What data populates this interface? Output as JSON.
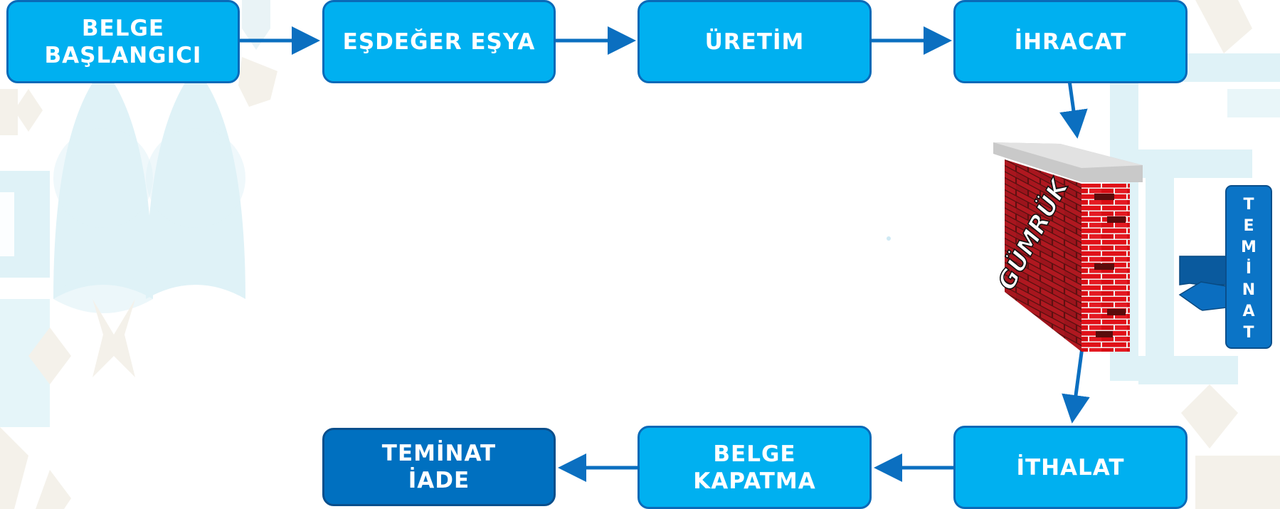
{
  "colors": {
    "box_fill": "#00b0f0",
    "box_border": "#0a6ab8",
    "box_dark_fill": "#0070c0",
    "arrow": "#0b6fc0",
    "pattern_cyan": "#dff2f7",
    "pattern_beige": "#f4f1ea",
    "brick_red": "#c8141c",
    "wall_cap": "#c8c8c8"
  },
  "diagram": {
    "nodes": [
      {
        "id": "belge-baslangici",
        "label": "BELGE\nBAŞLANGICI",
        "variant": "light"
      },
      {
        "id": "esdeger-esya",
        "label": "EŞDEĞER EŞYA",
        "variant": "light"
      },
      {
        "id": "uretim",
        "label": "ÜRETİM",
        "variant": "light"
      },
      {
        "id": "ihracat",
        "label": "İHRACAT",
        "variant": "light"
      },
      {
        "id": "ithalat",
        "label": "İTHALAT",
        "variant": "light"
      },
      {
        "id": "belge-kapatma",
        "label": "BELGE\nKAPATMA",
        "variant": "light"
      },
      {
        "id": "teminat-iade",
        "label": "TEMİNAT\nİADE",
        "variant": "dark"
      }
    ],
    "edges": [
      {
        "from": "belge-baslangici",
        "to": "esdeger-esya"
      },
      {
        "from": "esdeger-esya",
        "to": "uretim"
      },
      {
        "from": "uretim",
        "to": "ihracat"
      },
      {
        "from": "ihracat",
        "to": "gumruk-wall"
      },
      {
        "from": "gumruk-wall",
        "to": "ithalat"
      },
      {
        "from": "ithalat",
        "to": "belge-kapatma"
      },
      {
        "from": "belge-kapatma",
        "to": "teminat-iade"
      }
    ],
    "wall": {
      "id": "gumruk-wall",
      "label": "GÜMRÜK",
      "icon": "brick-wall-icon"
    },
    "side_tab": {
      "label": "T\nE\nM\nİ\nN\nA\nT",
      "icon": "curved-arrow-icon"
    }
  }
}
